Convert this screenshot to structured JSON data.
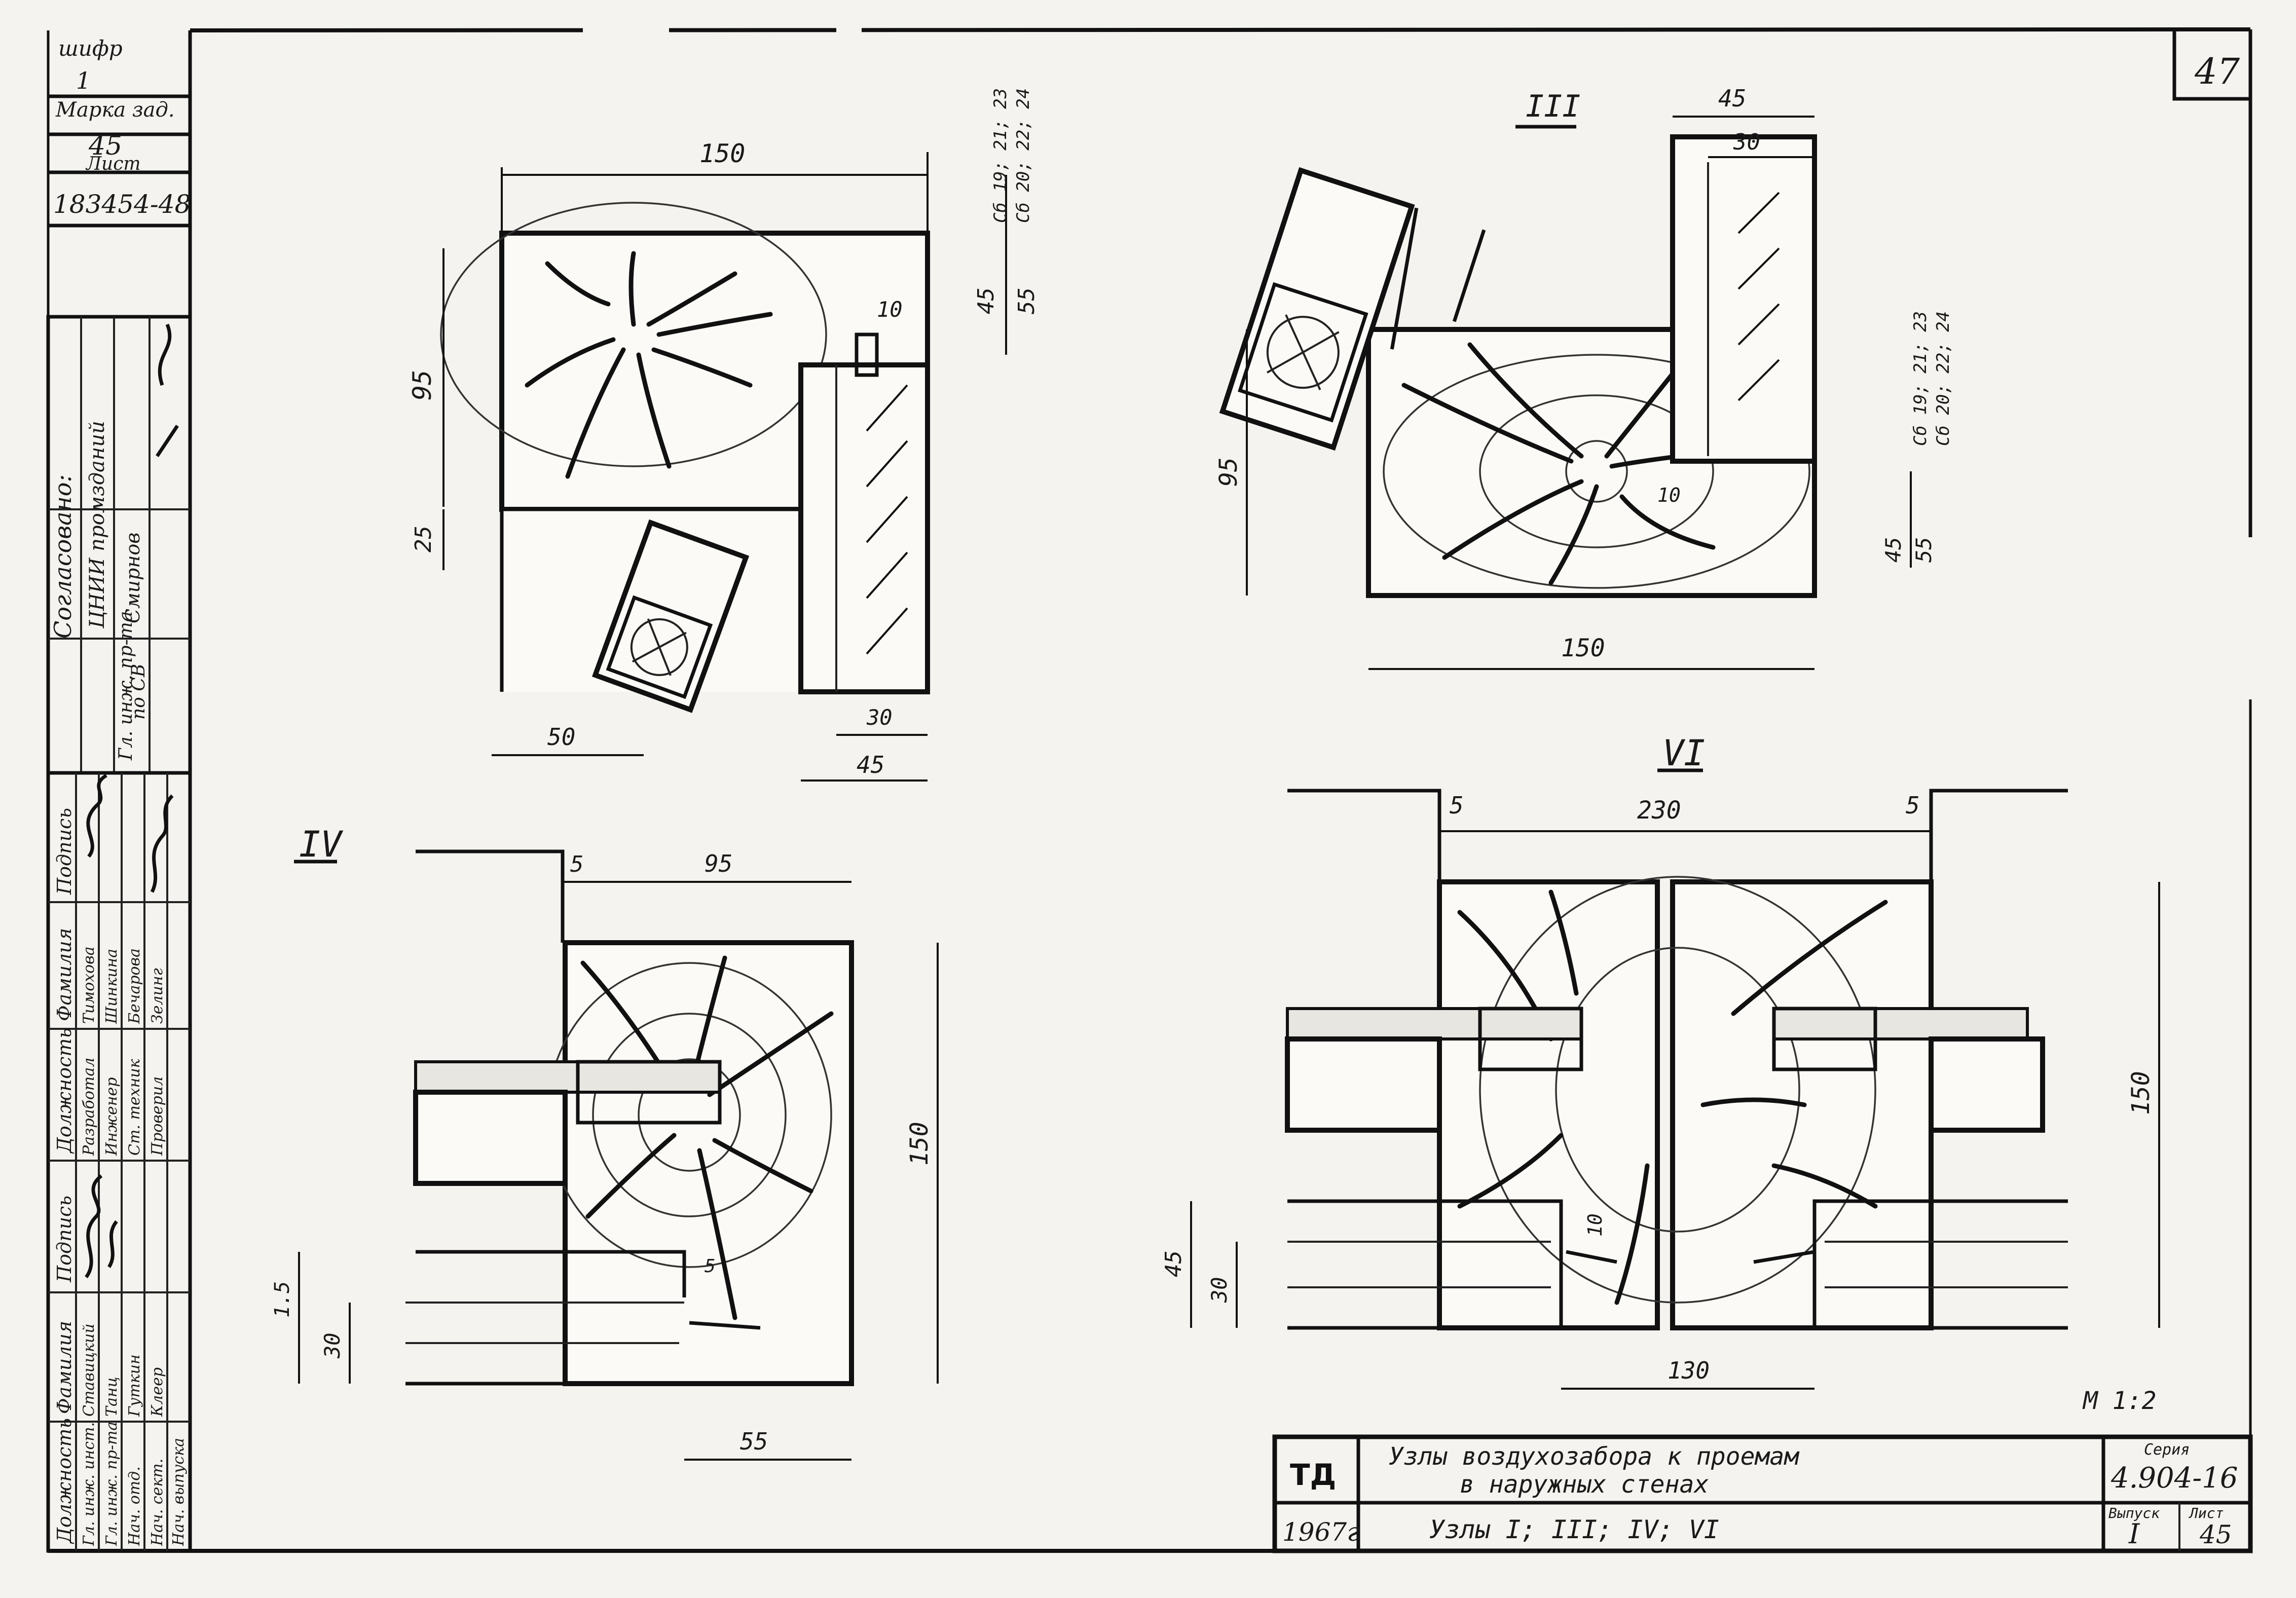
{
  "sheet_number": "47",
  "side_stamp": {
    "cipher": "шифр",
    "inventory_no": "1",
    "brand_label": "Марка зад.",
    "brand": "45",
    "sheet_label": "Лист",
    "archive_no": "183454-48"
  },
  "approvals": {
    "heading": "Согласовано:",
    "lines": [
      "ЦНИИ промзданий",
      "Гл. инж. пр-та",
      "по СВ",
      "Смирнов"
    ]
  },
  "signature_table": {
    "headers": [
      "Должность",
      "Фамилия",
      "Подпись",
      "Должность",
      "Фамилия",
      "Подпись"
    ],
    "rows": [
      [
        "Гл. инж. инст.",
        "Ставицкий",
        "",
        "Разработал",
        "Тимохова",
        ""
      ],
      [
        "Гл. инж. пр-та",
        "Танц",
        "",
        "Инженер",
        "Шинкина",
        ""
      ],
      [
        "Нач. отд.",
        "Гуткин",
        "",
        "Ст. техник",
        "Бечарова",
        ""
      ],
      [
        "Нач. сект.",
        "Клеер",
        "",
        "Проверил",
        "Зелинг",
        ""
      ],
      [
        "Нач. выпуска",
        "",
        "",
        "",
        "",
        ""
      ]
    ]
  },
  "views": {
    "I": {
      "label": "",
      "dims": [
        "150",
        "95",
        "25",
        "50",
        "45",
        "55",
        "10",
        "30",
        "45"
      ],
      "refs": [
        "Сб 19; 21; 23",
        "Сб 20; 22; 24"
      ]
    },
    "III": {
      "label": "III",
      "dims": [
        "45",
        "30",
        "95",
        "150",
        "45",
        "55",
        "10"
      ],
      "refs": [
        "Сб 19; 21; 23",
        "Сб 20; 22; 24"
      ]
    },
    "IV": {
      "label": "IV",
      "dims": [
        "5",
        "95",
        "150",
        "1.5",
        "30",
        "55",
        "5"
      ]
    },
    "VI": {
      "label": "VI",
      "dims": [
        "5",
        "230",
        "5",
        "150",
        "45",
        "30",
        "10",
        "130"
      ]
    }
  },
  "scale": "М 1:2",
  "title_block": {
    "org": "ТД",
    "year": "1967г",
    "title_line1": "Узлы воздухозабора к проемам",
    "title_line2": "в наружных стенах",
    "subtitle": "Узлы I; III; IV; VI",
    "series_label": "Серия",
    "series": "4.904-16",
    "issue_label": "Выпуск",
    "issue": "I",
    "sheet_label": "Лист",
    "sheet": "45"
  }
}
